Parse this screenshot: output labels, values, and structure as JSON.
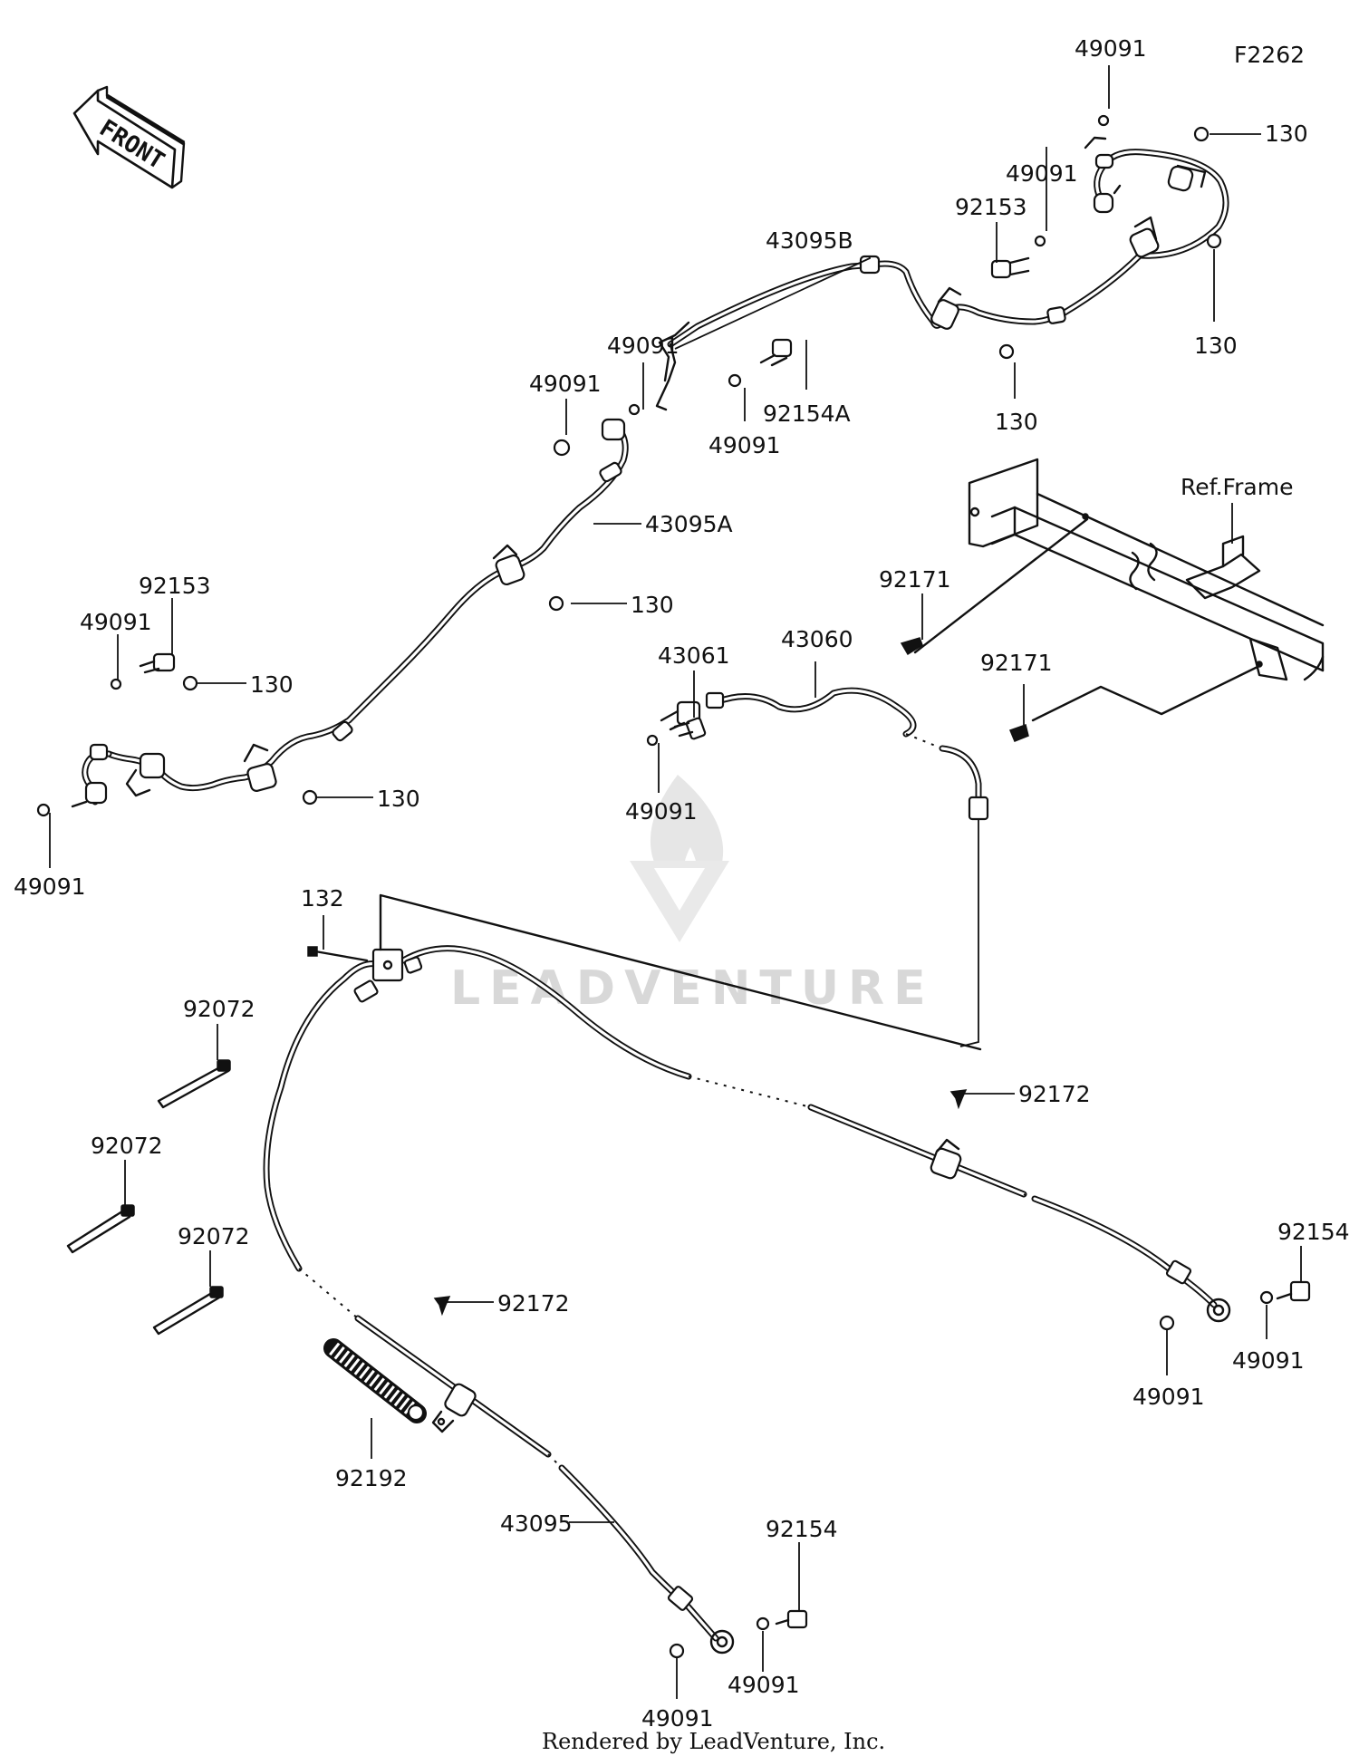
{
  "diagram": {
    "code": "F2262",
    "front_label": "FRONT",
    "frame_ref": "Ref.Frame",
    "watermark": "LEADVENTURE",
    "footer": "Rendered by LeadVenture, Inc."
  },
  "callouts": [
    {
      "id": "c01",
      "text": "49091"
    },
    {
      "id": "c02",
      "text": "130"
    },
    {
      "id": "c03",
      "text": "49091"
    },
    {
      "id": "c04",
      "text": "92153"
    },
    {
      "id": "c05",
      "text": "130"
    },
    {
      "id": "c06",
      "text": "43095B"
    },
    {
      "id": "c07",
      "text": "130"
    },
    {
      "id": "c08",
      "text": "49091"
    },
    {
      "id": "c09",
      "text": "49091"
    },
    {
      "id": "c10",
      "text": "92154A"
    },
    {
      "id": "c11",
      "text": "49091"
    },
    {
      "id": "c12",
      "text": "43095A"
    },
    {
      "id": "c13",
      "text": "130"
    },
    {
      "id": "c14",
      "text": "92153"
    },
    {
      "id": "c15",
      "text": "49091"
    },
    {
      "id": "c16",
      "text": "130"
    },
    {
      "id": "c17",
      "text": "130"
    },
    {
      "id": "c18",
      "text": "49091"
    },
    {
      "id": "c19",
      "text": "92171"
    },
    {
      "id": "c20",
      "text": "92171"
    },
    {
      "id": "c21",
      "text": "43061"
    },
    {
      "id": "c22",
      "text": "43060"
    },
    {
      "id": "c23",
      "text": "49091"
    },
    {
      "id": "c24",
      "text": "132"
    },
    {
      "id": "c25",
      "text": "92072"
    },
    {
      "id": "c26",
      "text": "92072"
    },
    {
      "id": "c27",
      "text": "92072"
    },
    {
      "id": "c28",
      "text": "92172"
    },
    {
      "id": "c29",
      "text": "92154"
    },
    {
      "id": "c30",
      "text": "49091"
    },
    {
      "id": "c31",
      "text": "49091"
    },
    {
      "id": "c32",
      "text": "92172"
    },
    {
      "id": "c33",
      "text": "92192"
    },
    {
      "id": "c34",
      "text": "43095"
    },
    {
      "id": "c35",
      "text": "92154"
    },
    {
      "id": "c36",
      "text": "49091"
    },
    {
      "id": "c37",
      "text": "49091"
    }
  ]
}
